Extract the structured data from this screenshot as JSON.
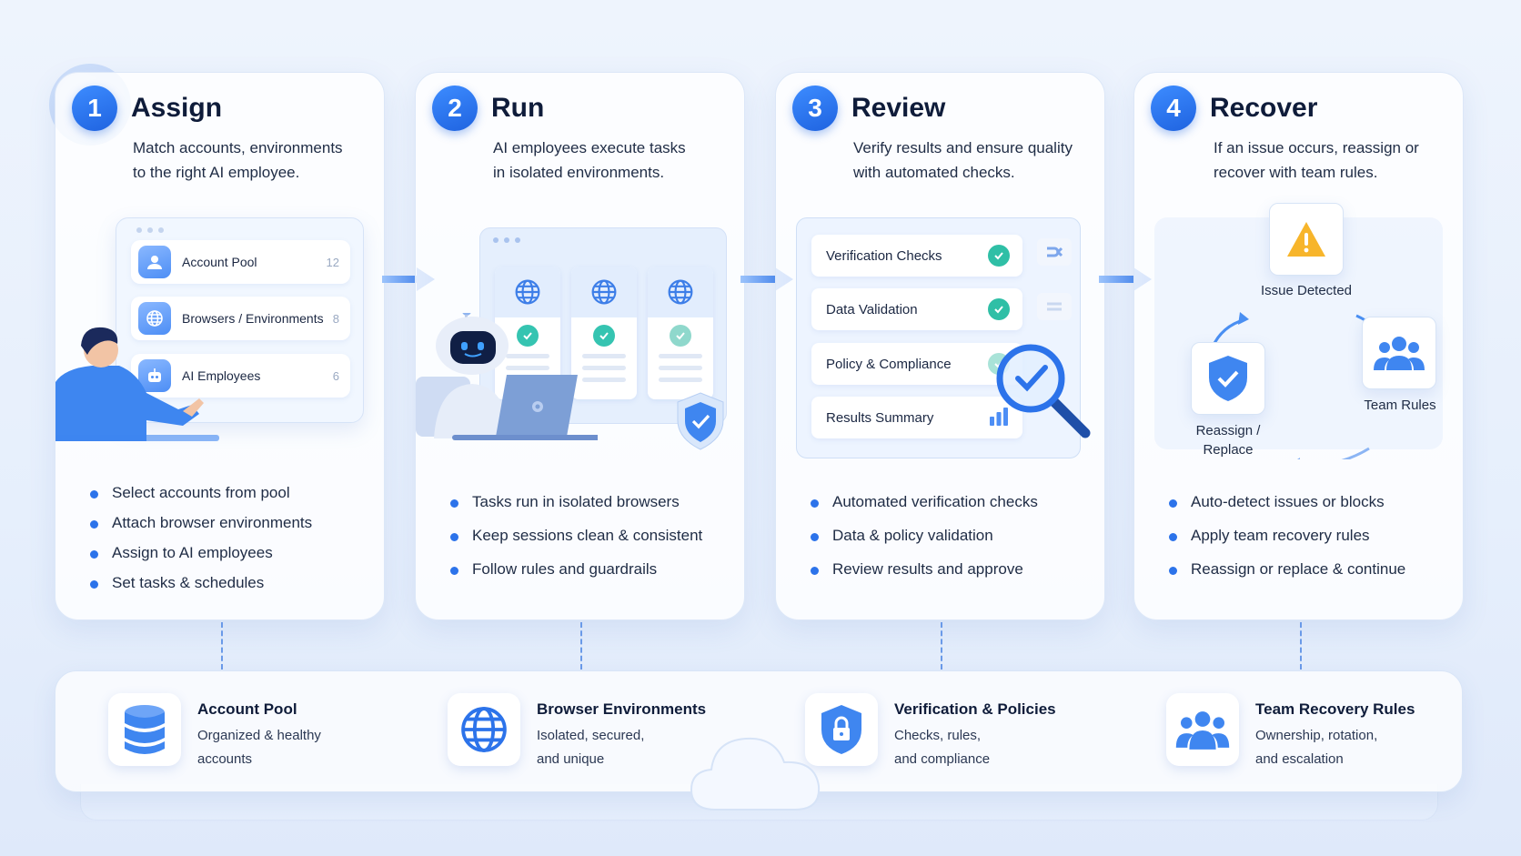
{
  "steps": [
    {
      "number": "1",
      "title": "Assign",
      "desc": [
        "Match accounts, environments",
        "to the right AI employee."
      ],
      "bullets": [
        "Select accounts from pool",
        "Attach browser environments",
        "Assign to AI employees",
        "Set tasks & schedules"
      ]
    },
    {
      "number": "2",
      "title": "Run",
      "desc": [
        "AI employees execute tasks",
        "in isolated environments."
      ],
      "bullets": [
        "Tasks run in isolated browsers",
        "Keep sessions clean & consistent",
        "Follow rules and guardrails"
      ]
    },
    {
      "number": "3",
      "title": "Review",
      "desc": [
        "Verify results and ensure quality",
        "with automated checks."
      ],
      "bullets": [
        "Automated verification checks",
        "Data & policy validation",
        "Review results and approve"
      ]
    },
    {
      "number": "4",
      "title": "Recover",
      "desc": [
        "If an issue occurs, reassign or",
        "recover with team rules."
      ],
      "bullets": [
        "Auto-detect issues or blocks",
        "Apply team recovery rules",
        "Reassign or replace & continue"
      ]
    }
  ],
  "assign_panel": {
    "items": [
      {
        "label": "Account Pool",
        "count": "12",
        "icon": "user-icon"
      },
      {
        "label": "Browsers / Environments",
        "count": "8",
        "icon": "globe-icon"
      },
      {
        "label": "AI Employees",
        "count": "6",
        "icon": "robot-icon"
      }
    ]
  },
  "review_panel": {
    "items": [
      "Verification Checks",
      "Data Validation",
      "Policy & Compliance",
      "Results Summary"
    ]
  },
  "recover_cycle": {
    "issue": "Issue Detected",
    "team_rules": "Team Rules",
    "reassign": [
      "Reassign /",
      "Replace"
    ]
  },
  "features": [
    {
      "title": "Account Pool",
      "sub": [
        "Organized & healthy",
        "accounts"
      ],
      "icon": "database-icon"
    },
    {
      "title": "Browser Environments",
      "sub": [
        "Isolated, secured,",
        "and unique"
      ],
      "icon": "globe-icon"
    },
    {
      "title": "Verification & Policies",
      "sub": [
        "Checks, rules,",
        "and compliance"
      ],
      "icon": "shield-lock-icon"
    },
    {
      "title": "Team Recovery Rules",
      "sub": [
        "Ownership, rotation,",
        "and escalation"
      ],
      "icon": "team-icon"
    }
  ],
  "colors": {
    "accent": "#2c73ea",
    "success": "#2fbfa6",
    "warning": "#f7b52b"
  }
}
